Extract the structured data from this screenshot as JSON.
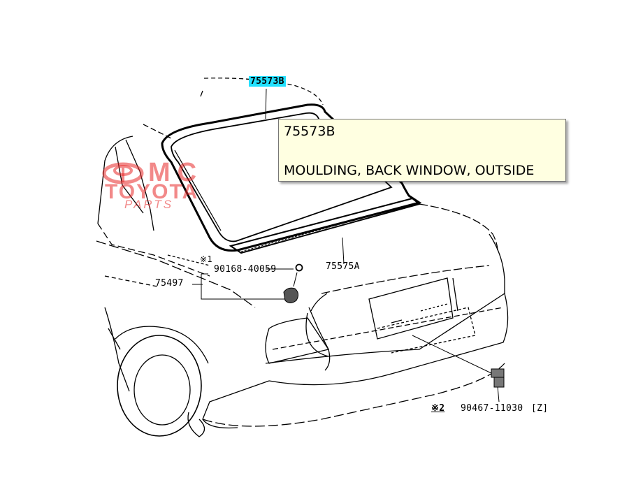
{
  "callouts": {
    "highlighted_part": "75573B",
    "moulding_lower": "75575A",
    "emblem": "75497",
    "ref_mark_1": "※1",
    "clip_1": "90168-40059",
    "ref_mark_2": "※2",
    "clip_2": "90467-11030",
    "clip_2_suffix": "[Z]"
  },
  "tooltip": {
    "part_number": "75573B",
    "description": "MOULDING, BACK WINDOW, OUTSIDE"
  },
  "watermark": {
    "line1": "MC",
    "line2": "TOYOTA",
    "line3": "PARTS",
    "color": "#e82828"
  }
}
